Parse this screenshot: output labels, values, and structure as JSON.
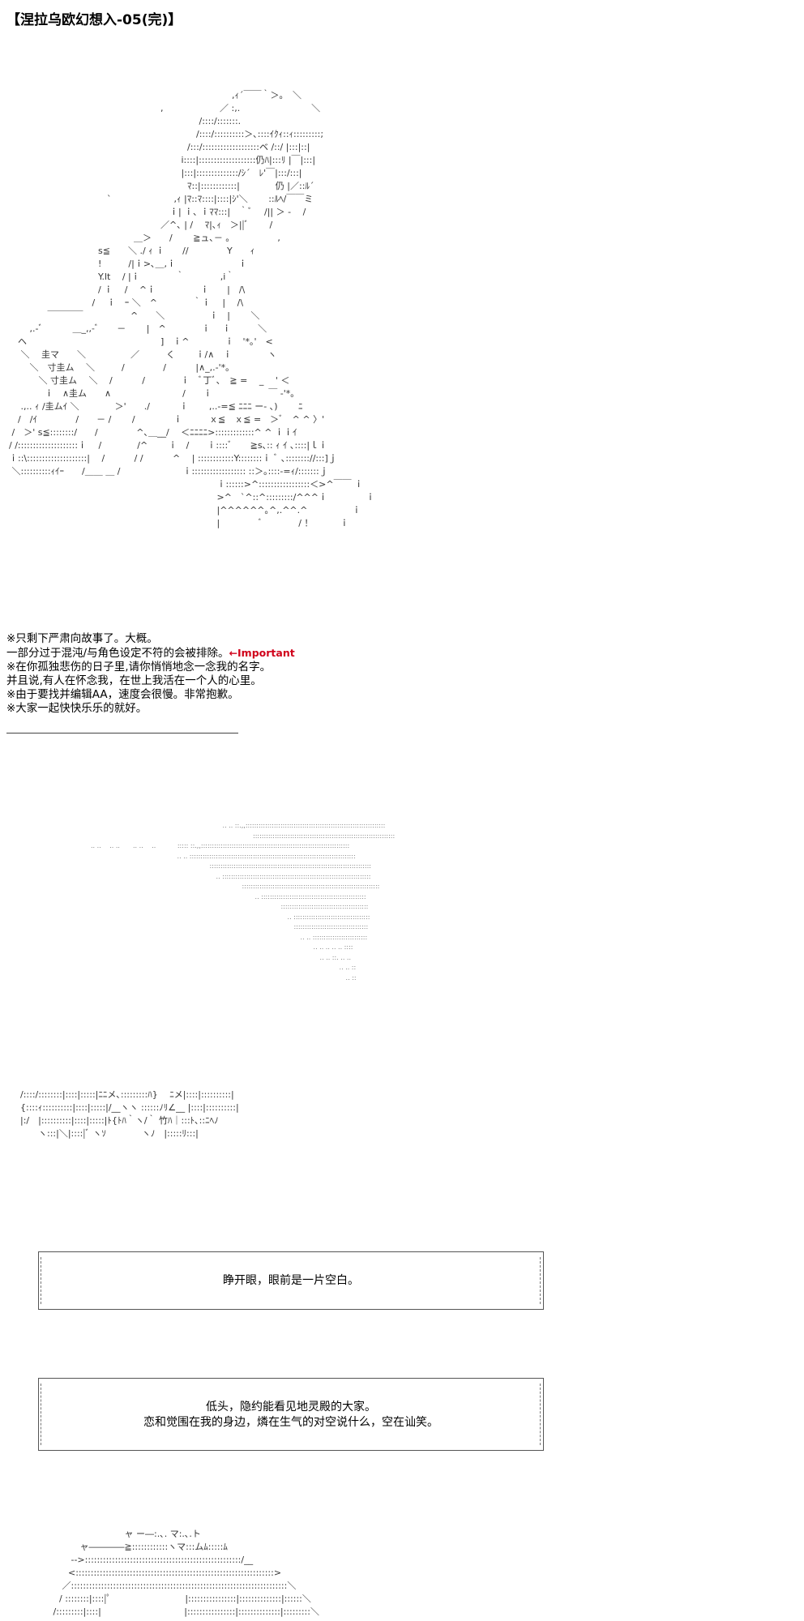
{
  "page": {
    "title": "【涅拉乌欧幻想入-05(完)】"
  },
  "art": {
    "art1": "　　　　　　　　　　　　　　　　　　　　　　　　　　,ｨ´￣￣｀＞｡　＼\n　　　　　　　　　　　　　　　　　　,　　　　　　 ／ :,.　　　　　　　　＼\n　　　　　　　　　　　　　　　　　　　　　　 /::::/:::::::.\n　　　　　　　　　　　　　　　　　　　　　　/::::/::::::::::＞､::::ｲｸｨ::ｨ:::::::::;\n　　　　　　　　　　　　　　　　　　　　　/:::/:::::::::::::::::::ベ /::/ |:::|::|\n　　　　　　　　　　　　　　　　　　　　 i::::|:::::::::::::::::::仍ﾊ|:::ﾘ |￣|:::|\n　　　　　　　　　　　　　　　　　　　　 |:::|::::::::::::::/ｼ´　ﾚ'￣|:::/:::|\n　　　　　　　　　　　　　　　　　　　　　ﾏ::|::::::::::::|　　　　仍 |／::ﾙ´\n　　　　　　　　　　　　`　　　　　　　,ｨ |ﾏ::ﾏ::::|::::|ｼ'＼　　 ::ﾙﾍ/￣￣ミ\n　　　　　　　　　　　　　　　　　　　ｉ| ｉ､ ｉﾏﾏ:::|　｀ﾞ　 /|| ＞ - 　/\n　　　　　　　　　　　　　　　　　　／^､ | /　 ﾏ|､ｨ　＞||ﾞ　　 /\n　　　　　　　　　　　　　　　＿＞　　/　　 ≧ュ､－ ｡　　　　　 ,\n　　　　　　　　　　　s≦　　＼ ./ ｨ ｉ　　//　　　　 Y　　ｨ\n　　　　　　　　　　　!　　　/|ｉ>､＿,ｉ　　　　　　　ｉ\n　　　　　　　　　　　Y.lt　 / |ｉ　　　　｀　　　　,i｀\n　　　　　　　　　　　/ ｉ　 /　 ^ｉ　　　　　ｉ　　|　/\\\n　　　　　　　　　　 /　 ｉ　ｰ ＼　^　　　　｀ｉ　 |　 /\\\n　　　　　 ￣￣￣￣　　　　　 ^　　＼　　　　　ｉ　|　　 ＼\n　　　 ,.-ﾞ　　　 ＿_,,-ﾞ　　－　　 |　^　　　　ｉ　 ｉ　　　＼\n　　ヘ　　　　　　　　　　　　　　　]　ｉ^　　　　ｉ　'*｡'　<\n　　 ＼　 圭マ　　＼　　　　　／　　　く　　 ｉ/∧　ｉ　　　　ヽ\n　　　 ＼　寸圭ム　 ＼　　　/　　　　 /　　　 |∧_,.-'*｡\n　　　　 ＼ 寸圭ム　 ＼　 /　　　 /　　　　ｉ　ﾞ丁ﾞ､　≧ =　 _　 ' ＜\n　　　　　ｉ　∧圭ム　　∧　　　　　　　　/　　ｉ　　　　　　 ￣ ‐'*｡\n　　 .,.. ｨ /圭ムｲ ＼　　　　＞'　　./ 　　　ｉ　　 ,..-=≦ ﾆﾆﾆ ー- ､)　　 ﾆ\n　　/　/ｲ　　　　 /　　－ /　　 /　　　　 ｉ　　　ｘ≦　ｘ≦ =　＞ﾞ　^ ^ 〉'\n　 /　＞' s≦::::::::/　　/　　　　 ^､＿__/　 ＜ﾆﾆﾆﾆ>:::::::::::::^ ^ ｉｉｲ\n　/ /::::::::::::::::::::ｉ　 /　　　　/^　　 ｉ　/　　ｉ::::ﾞ　　≧s､:: ｨ ｲ ､::::|ｌｉ\n　ｉ::\\::::::::::::::::::::|　 /　　　 / /　　　 ^ 　| ::::::::::::Y::::::::ｉ ﾞ ､:::::::://:::]ｊ\n　 ＼::::::::::ｨｲｰ　　/＿＿ ＿ /　　　　　　　ｉ:::::::::::::::::: ::＞｡::::-=ｨ/:::::::ｊ\n　　　　　　　　　　　　　　　　　　　　　　　　 ｉ::::::>^:::::::::::::::::＜>^￣￣ ｉ\n　　　　　　　　　　　　　　　　　　　　　　　　 >^　`^::^:::::::::/^^^ｉ　　　　 ｉ\n　　　　　　　　　　　　　　　　　　　　　　　　 |^^^^^^｡^,.^^.^　　　　　ｉ\n　　　　　　　　　　　　　　　　　　　　　　　　 |　　　　 ﾞ　　　　/ ！　　　ｉ",
    "art2": "　　　　　　　　　　　　　　　　　　　　　　　　　　　　　　　　　　 .. .. ::.,,::::::::::::::::::::::::::::::::::::::::::::::::::::::::::::::::\n　　　　　　　　　　　　　　　　　　　　　　　　　　　　　　　　　　　　　　　:::::::::::::::::::::::::::::::::::::::::::::::::::::::::::::::::\n　　　　　　　　　　　　　　.. ..　 .. ..　　.. ..　 ..　　　 ::::: ::.,,::::::::::::::::::::::::::::::::::::::::::::::::::::::::::::::::::::\n　　　　　　　　　　　　　　　　　　　　　　　　　　　 .. .. ::::::::::::::::::::::::::::::::::::::::::::::::::::::::::::::::::::::::::::\n　　　　　　　　　　　　　　　　　　　　　　　　　　　　　　　　 ::::::::::::::::::::::::::::::::::::::::::::::::::::::::::::::::::::::::::\n　　　　　　　　　　　　　　　　　　　　　　　　　　　　　　　　　 .. ::::::::::::::::::::::::::::::::::::::::::::::::::::::::::::::::::::\n　　　　　　　　　　　　　　　　　　　　　　　　　　　　　　　　　　　　　 :::::::::::::::::::::::::::::::::::::::::::::::::::::::::::::::\n　　　　　　　　　　　　　　　　　　　　　　　　　　　　　　　　　　　　　　　 .. ::::::::::::::::::::::::::::::::::::::::::::::::\n　　　　　　　　　　　　　　　　　　　　　　　　　　　　　　　　　　　　　　　　　　　 ::::::::::::::::::::::::::::::::::::::::\n　　　　　　　　　　　　　　　　　　　　　　　　　　　　　　　　　　　　　　　　　　　　 .. :::::::::::::::::::::::::::::::::::\n　　　　　　　　　　　　　　　　　　　　　　　　　　　　　　　　　　　　　　　　　　　　　 ::::::::::::::::::::::::::::::::::\n　　　　　　　　　　　　　　　　　　　　　　　　　　　　　　　　　　　　　　　　　　　　　　 .. .. :::::::::::::::::::::::::\n　　　　　　　　　　　　　　　　　　　　　　　　　　　　　　　　　　　　　　　　　　　　　　　　 .. .. .. .. .. ::::\n　　　　　　　　　　　　　　　　　　　　　　　　　　　　　　　　　　　　　　　　　　　　　　　　　 .. .. ::. .. ..\n　　　　　　　　　　　　　　　　　　　　　　　　　　　　　　　　　　　　　　　　　　　　　　　　　　　　 .. .. ::\n　　　　　　　　　　　　　　　　　　　　　　　　　　　　　　　　　　　　　　　　　　　　　　　　　　　　　 .. ::",
    "art3": "/::::/::::::::|::::|:::::|ﾆﾆメ､:::::::::ﾊ}　 ﾆメ|::::|::::::::::|\n{::::ｨ::::::::::|::::|:::::|/__ヽヽ ::::::ﾉﾘ∠__ |::::|::::::::::|\n|:/　|::::::::::|::::|:::::|ﾄ{ﾄﾊ｀ヽ/｀ 竹ﾊ｜:::ﾄ､::ﾆﾍﾉ\n　　ヽ:::|＼|::::|ﾞ ヽｿ　　　　ヽﾉ　|:::::ﾘ:::|",
    "art4": "　　　　　　　　　　 ャ ー―:.､. マ:.､.ト\n　　　　　 ャ――――≧::::::::::::ヽマ:::ムﾑ:::::ﾑ\n　　　　 -->::::::::::::::::::::::::::::::::::::::::::::::::::::/__\n　　　　<::::::::::::::::::::::::::::::::::::::::::::::::::::::::::::::::::>\n　　　 ／::::::::::::::::::::::::::::::::::::::::::::::::::::::::::::::::::::::::＼\n　　　/ ::::::::|::::|ﾟ　　　　　　　　 |::::::::::::::::|::::::::::::::|::::::＼\n　　 /:::::::::|::::|　　　　　　　　　 |::::::::::::::::|::::::::::::::|:::::::::＼"
  },
  "notes": {
    "line1": "※只剩下严肃向故事了。大概。",
    "line2": "一部分过于混沌/与角色设定不符的会被排除。",
    "important_label": "←Important",
    "line3": "※在你孤独悲伤的日子里,请你悄悄地念一念我的名字。",
    "line4": "并且说,有人在怀念我，在世上我活在一个人的心里。",
    "line5": "※由于要找并编辑AA，速度会很慢。非常抱歉。",
    "line6": "※大家一起快快乐乐的就好。"
  },
  "boxes": {
    "box1": "睁开眼，眼前是一片空白。",
    "box2_line1": "低头，隐约能看见地灵殿的大家。",
    "box2_line2": "恋和觉围在我的身边，燐在生气的对空说什么，空在讪笑。"
  }
}
